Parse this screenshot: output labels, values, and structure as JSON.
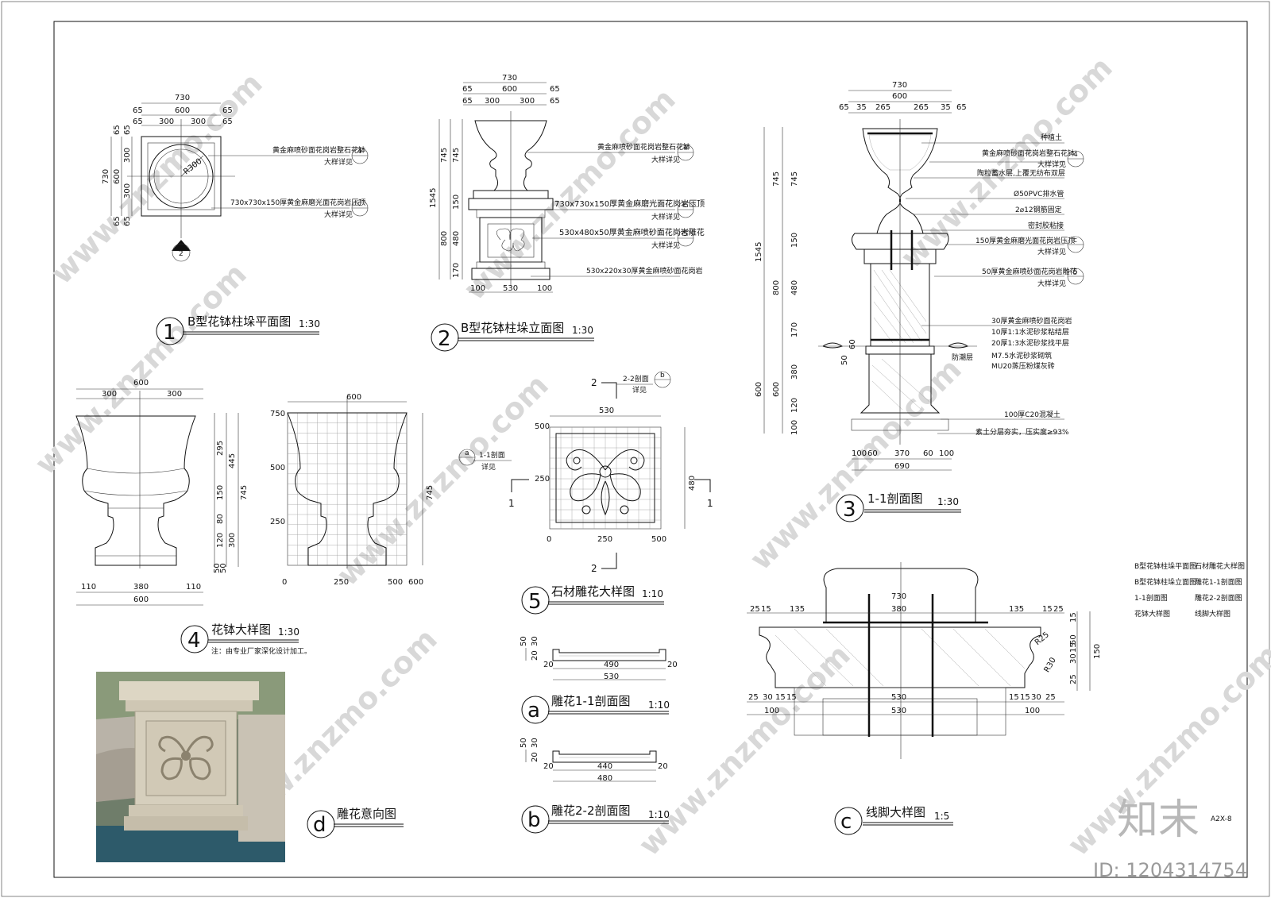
{
  "sheet": {
    "code": "A2X-8",
    "brand": "知末",
    "id_label": "ID: 1204314754",
    "watermark": "www.znzmo.com"
  },
  "views": {
    "v1": {
      "num": "1",
      "title": "B型花钵柱垛平面图",
      "scale": "1:30"
    },
    "v2": {
      "num": "2",
      "title": "B型花钵柱垛立面图",
      "scale": "1:30"
    },
    "v3": {
      "num": "3",
      "title": "1-1剖面图",
      "scale": "1:30"
    },
    "v4": {
      "num": "4",
      "title": "花钵大样图",
      "scale": "1:30",
      "note": "注：由专业厂家深化设计加工。"
    },
    "v5": {
      "num": "5",
      "title": "石材雕花大样图",
      "scale": "1:10"
    },
    "va": {
      "num": "a",
      "title": "雕花1-1剖面图",
      "scale": "1:10"
    },
    "vb": {
      "num": "b",
      "title": "雕花2-2剖面图",
      "scale": "1:10"
    },
    "vc": {
      "num": "c",
      "title": "线脚大样图",
      "scale": "1:5"
    },
    "vd": {
      "num": "d",
      "title": "雕花意向图"
    }
  },
  "plan": {
    "dims_top": [
      "730",
      "600",
      "65",
      "65",
      "300",
      "300",
      "65",
      "65"
    ],
    "dims_left": [
      "65",
      "65",
      "300",
      "300",
      "65",
      "65",
      "730",
      "600"
    ],
    "radius": "R300",
    "labels": [
      {
        "text": "黄金麻喷砂面花岗岩整石花钵",
        "ref": "4",
        "sub": "大样详见"
      },
      {
        "text": "730x730x150厚黄金麻磨光面花岗岩压顶",
        "ref": "c",
        "sub": "大样详见"
      }
    ],
    "section_mark": "2"
  },
  "elevation": {
    "dims_top": [
      "730",
      "600",
      "65",
      "65",
      "300",
      "300",
      "65",
      "65"
    ],
    "dims_left": [
      "1545",
      "745",
      "745",
      "150",
      "800",
      "480",
      "170"
    ],
    "dims_bottom": [
      "100",
      "530",
      "100"
    ],
    "labels": [
      {
        "text": "黄金麻喷砂面花岗岩整石花钵",
        "ref": "4",
        "sub": "大样详见"
      },
      {
        "text": "730x730x150厚黄金麻磨光面花岗岩压顶",
        "ref": "c",
        "sub": "大样详见"
      },
      {
        "text": "530x480x50厚黄金麻喷砂面花岗岩雕花",
        "ref": "5",
        "sub": "大样详见"
      },
      {
        "text": "530x220x30厚黄金麻喷砂面花岗岩"
      }
    ]
  },
  "section": {
    "dims_top": [
      "730",
      "600",
      "65",
      "35",
      "265",
      "265",
      "35",
      "65"
    ],
    "dims_left": [
      "1545",
      "745",
      "745",
      "150",
      "800",
      "480",
      "170",
      "600",
      "380",
      "600",
      "120",
      "100"
    ],
    "dims_bottom": [
      "100",
      "60",
      "370",
      "60",
      "100",
      "690"
    ],
    "dims_misc": [
      "60",
      "50"
    ],
    "labels": [
      {
        "text": "种植土"
      },
      {
        "text": "黄金麻喷砂面花岗岩整石花钵",
        "ref": "4",
        "sub": "大样详见"
      },
      {
        "text": "陶粒蓄水层,上覆无纺布双层"
      },
      {
        "text": "Ø50PVC排水管"
      },
      {
        "text": "2⌀12钢筋固定"
      },
      {
        "text": "密封胶粘接"
      },
      {
        "text": "150厚黄金麻磨光面花岗岩压顶",
        "ref": "c",
        "sub": "大样详见"
      },
      {
        "text": "50厚黄金麻喷砂面花岗岩雕花",
        "ref": "5",
        "sub": "大样详见"
      },
      {
        "text": "30厚黄金麻喷砂面花岗岩"
      },
      {
        "text": "10厚1:1水泥砂浆粘结层"
      },
      {
        "text": "20厚1:3水泥砂浆找平层"
      },
      {
        "text": "防潮层"
      },
      {
        "text": "M7.5水泥砂浆砌筑"
      },
      {
        "text": "MU20蒸压粉煤灰砖"
      },
      {
        "text": "100厚C20混凝土"
      },
      {
        "text": "素土分层夯实，压实度≥93%"
      }
    ]
  },
  "bowl": {
    "dims_top": [
      "600",
      "300",
      "300"
    ],
    "dims_right": [
      "295",
      "445",
      "150",
      "745",
      "80",
      "120",
      "300",
      "50",
      "50"
    ],
    "dims_bottom": [
      "110",
      "380",
      "110",
      "600"
    ]
  },
  "bowl_grid": {
    "top": "600",
    "left_ticks": [
      "750",
      "500",
      "250"
    ],
    "bottom_ticks": [
      "0",
      "250",
      "500",
      "600"
    ],
    "right": "745"
  },
  "carving": {
    "section_ref": {
      "text": "2-2剖面",
      "ref": "b",
      "sub": "详见"
    },
    "section_ref2": {
      "text": "1-1剖面",
      "ref": "a",
      "sub": "详见"
    },
    "cut_marks": [
      "2",
      "2",
      "1",
      "1"
    ],
    "top": "530",
    "left_ticks": [
      "500",
      "250"
    ],
    "bottom_ticks": [
      "0",
      "250",
      "500"
    ],
    "right": "480"
  },
  "sec_a": {
    "dims_left": [
      "50",
      "30",
      "20"
    ],
    "dims": [
      "20",
      "490",
      "20",
      "530"
    ]
  },
  "sec_b": {
    "dims_left": [
      "50",
      "30",
      "20"
    ],
    "dims": [
      "20",
      "440",
      "20",
      "480"
    ]
  },
  "molding": {
    "top": [
      "25",
      "15",
      "135",
      "730",
      "380",
      "135",
      "15",
      "25"
    ],
    "right": [
      "15",
      "50",
      "30",
      "15",
      "150",
      "25"
    ],
    "radii": [
      "R25",
      "R30"
    ],
    "bottom": [
      "25",
      "30",
      "15",
      "15",
      "530",
      "15",
      "15",
      "30",
      "25",
      "100",
      "530",
      "100"
    ]
  },
  "legend": [
    [
      "B型花钵柱垛平面图",
      "石材雕花大样图"
    ],
    [
      "B型花钵柱垛立面图",
      "雕花1-1剖面图"
    ],
    [
      "1-1剖面图",
      "雕花2-2剖面图"
    ],
    [
      "花钵大样图",
      "线脚大样图"
    ]
  ]
}
